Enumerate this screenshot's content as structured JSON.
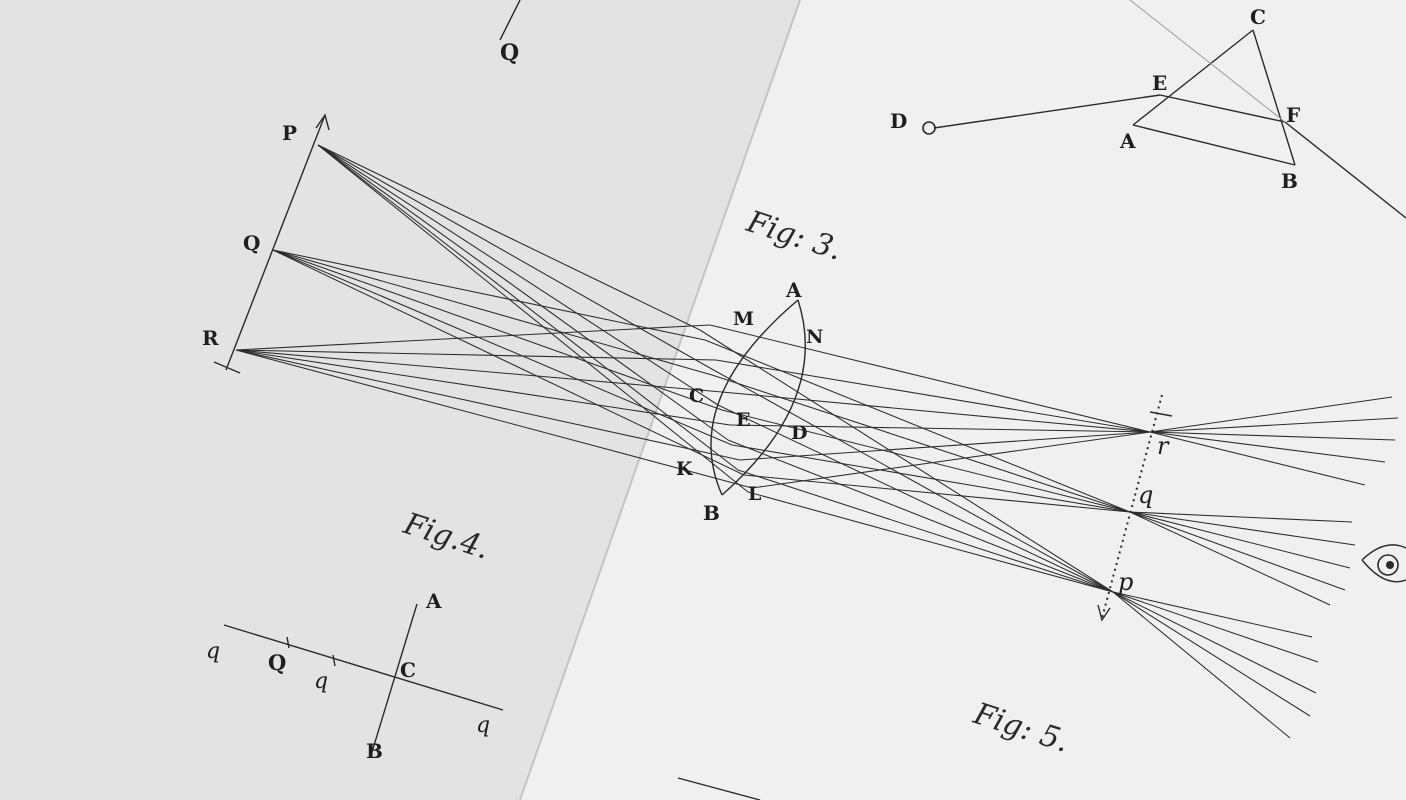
{
  "figures": {
    "fig3": "Fig: 3.",
    "fig4": "Fig.4.",
    "fig5": "Fig: 5."
  },
  "fig3_labels": {
    "P": "P",
    "Q": "Q",
    "R": "R",
    "A": "A",
    "B": "B",
    "M": "M",
    "N": "N",
    "C": "C",
    "E": "E",
    "D": "D",
    "K": "K",
    "L": "L",
    "r": "r",
    "q": "q",
    "p": "p"
  },
  "fig4_labels": {
    "q_left": "q",
    "Q": "Q",
    "q_mid": "q",
    "C": "C",
    "A": "A",
    "B": "B",
    "q_right": "q"
  },
  "prism_labels": {
    "C": "C",
    "E": "E",
    "F": "F",
    "D": "D",
    "A": "A",
    "B": "B"
  },
  "top_fragment": {
    "Q": "Q"
  }
}
